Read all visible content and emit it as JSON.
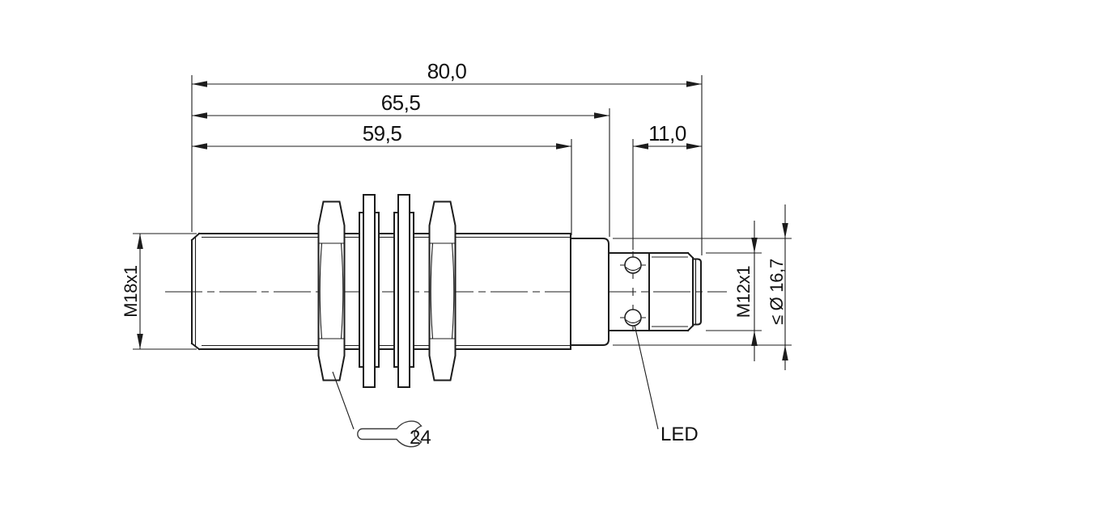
{
  "drawing": {
    "dimensions": {
      "overall_length": "80,0",
      "housing_length": "65,5",
      "thread_length": "59,5",
      "connector_length": "11,0"
    },
    "labels": {
      "front_thread": "M18x1",
      "connector_thread": "M12x1",
      "max_diameter": "≤ Ø 16,7",
      "wrench_size": "24",
      "led": "LED"
    },
    "colors": {
      "line": "#1c1c1c",
      "background": "#ffffff"
    }
  }
}
